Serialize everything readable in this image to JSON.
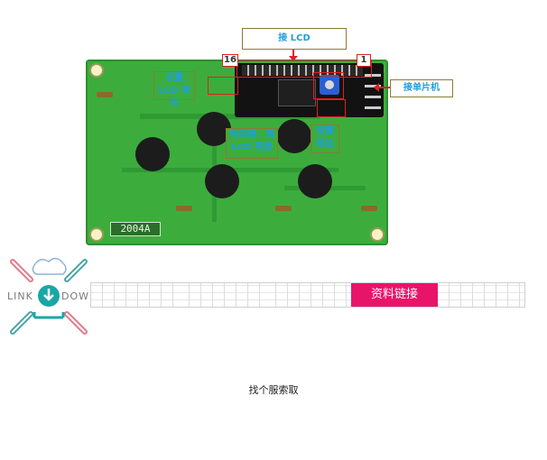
{
  "board": {
    "silkscreen_label": "2004A"
  },
  "annotations": {
    "connect_lcd": "接 LCD",
    "pin_left": "16",
    "pin_right": "1",
    "connect_mcu": "接单片机",
    "set_lcd_backlight": "设置 LCD 背光",
    "potentiometer": "电位器，调 LCD 亮度",
    "set_address": "设置 地址"
  },
  "logo": {
    "text_left": "LINK",
    "text_right": "DOWN"
  },
  "resource_strip": {
    "button_label": "资料链接"
  },
  "footer": {
    "text": "找个服索取"
  },
  "colors": {
    "pcb_green": "#3cad3c",
    "accent_red": "#e02020",
    "callout_text": "#1f9ee0",
    "highlight_pink": "#e8146a"
  }
}
